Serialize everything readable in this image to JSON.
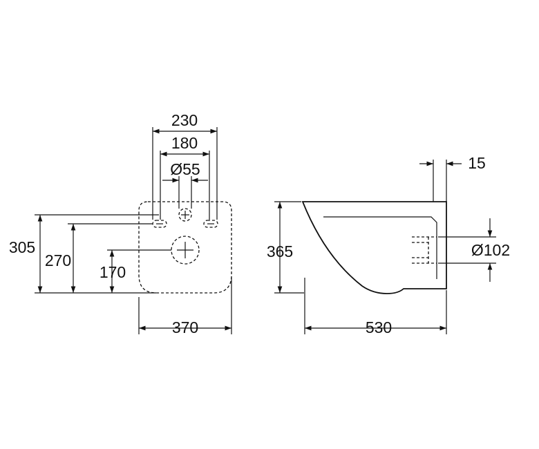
{
  "front_view": {
    "dim_width_outer": "230",
    "dim_width_inner": "180",
    "dim_diameter_top": "Ø55",
    "dim_height_total": "305",
    "dim_height_bolts": "270",
    "dim_height_outlet": "170",
    "dim_width_base": "370"
  },
  "side_view": {
    "dim_wall_thickness": "15",
    "dim_height": "365",
    "dim_outlet_diameter": "Ø102",
    "dim_depth": "530"
  }
}
